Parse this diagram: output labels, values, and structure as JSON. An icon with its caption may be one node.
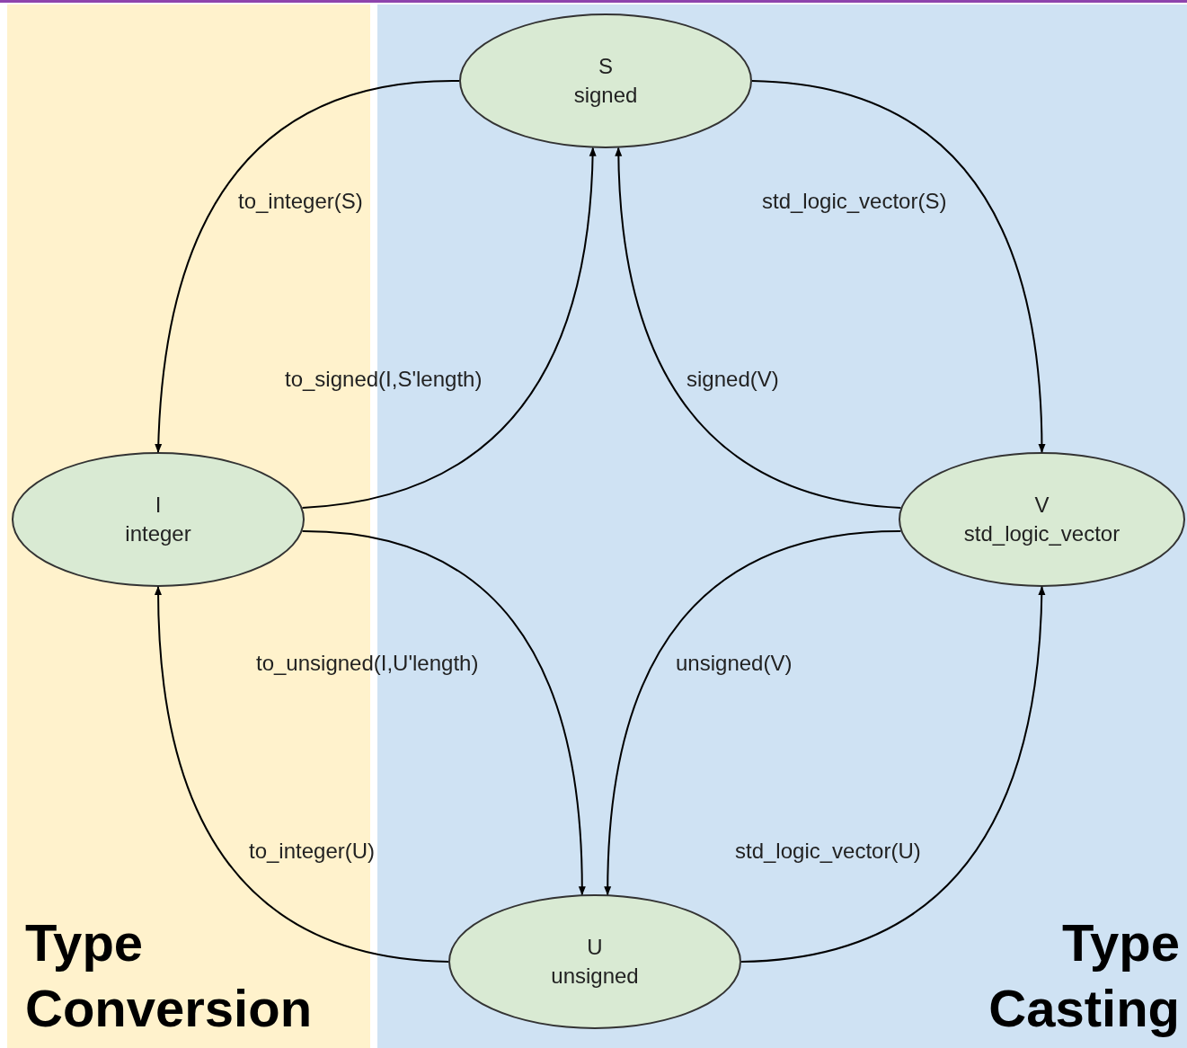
{
  "diagram": {
    "nodes": [
      {
        "text": [
          "Type Conversion"
        ]
      },
      {
        "text": [
          "Type Casting"
        ]
      },
      {
        "text": [
          "S",
          "signed"
        ],
        "in": 1
      },
      {
        "text": [
          "I",
          "integer"
        ],
        "in": 0
      },
      {
        "text": [
          "V",
          "std_logic_vector"
        ],
        "in": 1
      },
      {
        "text": [
          "U",
          "unsigned"
        ],
        "in": 1
      }
    ],
    "edges": [
      {
        "from": 2,
        "to": 3,
        "arrow": "to",
        "label": "to_integer(S)"
      },
      {
        "from": 2,
        "to": 4,
        "arrow": "to",
        "label": "std_logic_vector(S)"
      },
      {
        "from": 3,
        "to": 2,
        "arrow": "to",
        "label": "to_signed(I,S'length)"
      },
      {
        "from": 4,
        "to": 2,
        "arrow": "to",
        "label": "signed(V)"
      },
      {
        "from": 3,
        "to": 5,
        "arrow": "to",
        "label": "to_unsigned(I,U'length)"
      },
      {
        "from": 4,
        "to": 5,
        "arrow": "to",
        "label": "unsigned(V)"
      },
      {
        "from": 5,
        "to": 3,
        "arrow": "to",
        "label": "to_integer(U)"
      },
      {
        "from": 5,
        "to": 4,
        "arrow": "to",
        "label": "std_logic_vector(U)"
      }
    ]
  }
}
